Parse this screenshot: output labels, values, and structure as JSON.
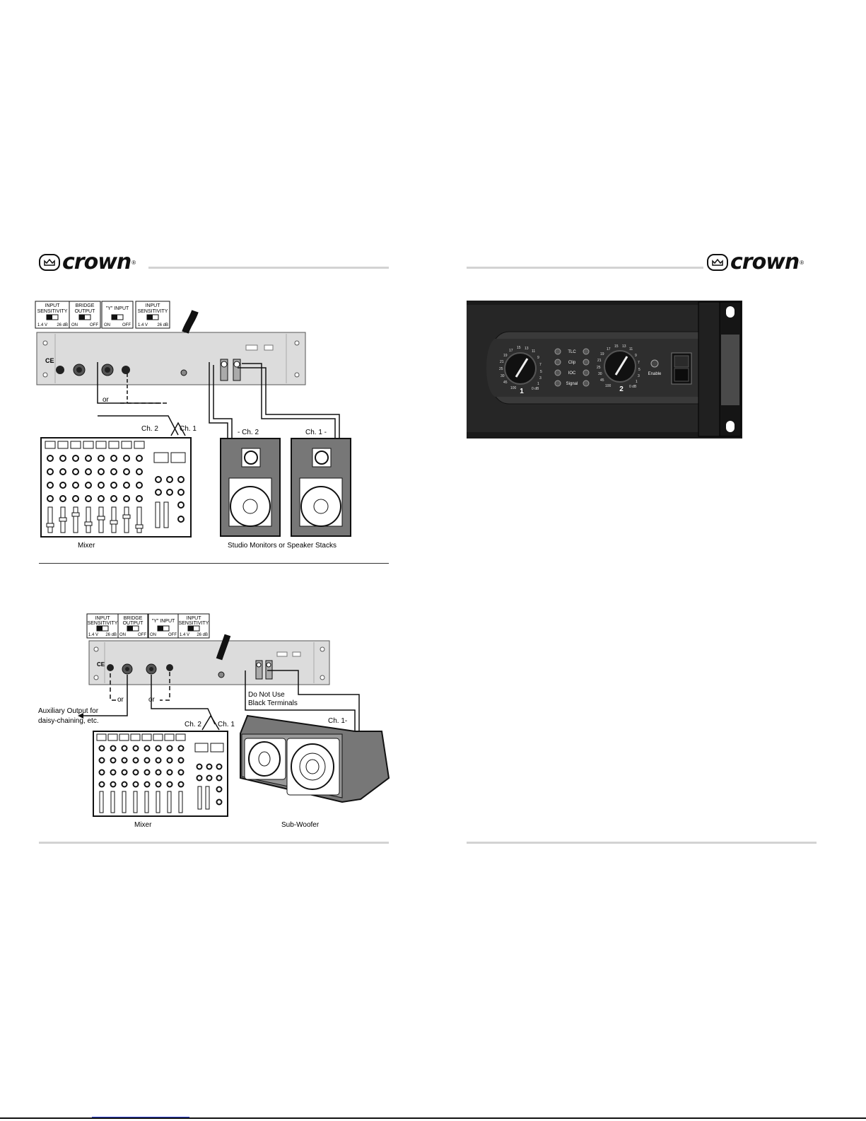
{
  "brand": {
    "logo_text": "crown",
    "registered": "®"
  },
  "figure_top": {
    "switches": [
      {
        "title_line1": "INPUT",
        "title_line2": "SENSITIVITY",
        "left": "1.4 V",
        "right": "26 dB"
      },
      {
        "title_line1": "BRIDGE",
        "title_line2": "OUTPUT",
        "left": "ON",
        "right": "OFF"
      },
      {
        "title_line1": "\"Y\" INPUT",
        "title_line2": "",
        "left": "ON",
        "right": "OFF"
      },
      {
        "title_line1": "INPUT",
        "title_line2": "SENSITIVITY",
        "left": "1.4 V",
        "right": "26 dB"
      }
    ],
    "or_label": "or",
    "ch2_label": "Ch. 2",
    "ch1_label": "Ch. 1",
    "spk_ch2_label": "- Ch. 2",
    "spk_ch1_label": "Ch. 1 -",
    "ce_mark": "CE",
    "mixer_caption": "Mixer",
    "speakers_caption": "Studio Monitors or Speaker Stacks"
  },
  "figure_bottom": {
    "switches": [
      {
        "title_line1": "INPUT",
        "title_line2": "SENSITIVITY",
        "left": "1.4 V",
        "right": "26 dB"
      },
      {
        "title_line1": "BRIDGE",
        "title_line2": "OUTPUT",
        "left": "ON",
        "right": "OFF"
      },
      {
        "title_line1": "\"Y\" INPUT",
        "title_line2": "",
        "left": "ON",
        "right": "OFF"
      },
      {
        "title_line1": "INPUT",
        "title_line2": "SENSITIVITY",
        "left": "1.4 V",
        "right": "26 dB"
      }
    ],
    "or_label": "or",
    "aux_line1": "Auxiliary Output for",
    "aux_line2": "daisy-chaining, etc.",
    "do_not_use_line1": "Do Not Use",
    "do_not_use_line2": "Black Terminals",
    "ch2_label": "Ch. 2",
    "ch1_label": "Ch. 1",
    "sub_ch1_label": "Ch. 1-",
    "ce_mark": "CE",
    "mixer_caption": "Mixer",
    "sub_caption": "Sub-Woofer"
  },
  "front_panel": {
    "knob1_number": "1",
    "knob2_number": "2",
    "scale_labels": [
      "100",
      "45",
      "30",
      "25",
      "21",
      "19",
      "17",
      "15",
      "13",
      "11",
      "9",
      "7",
      "5",
      "3",
      "1",
      "0 dB"
    ],
    "leds": [
      "TLC",
      "Clip",
      "IOC",
      "Signal"
    ],
    "enable_label": "Enable"
  }
}
